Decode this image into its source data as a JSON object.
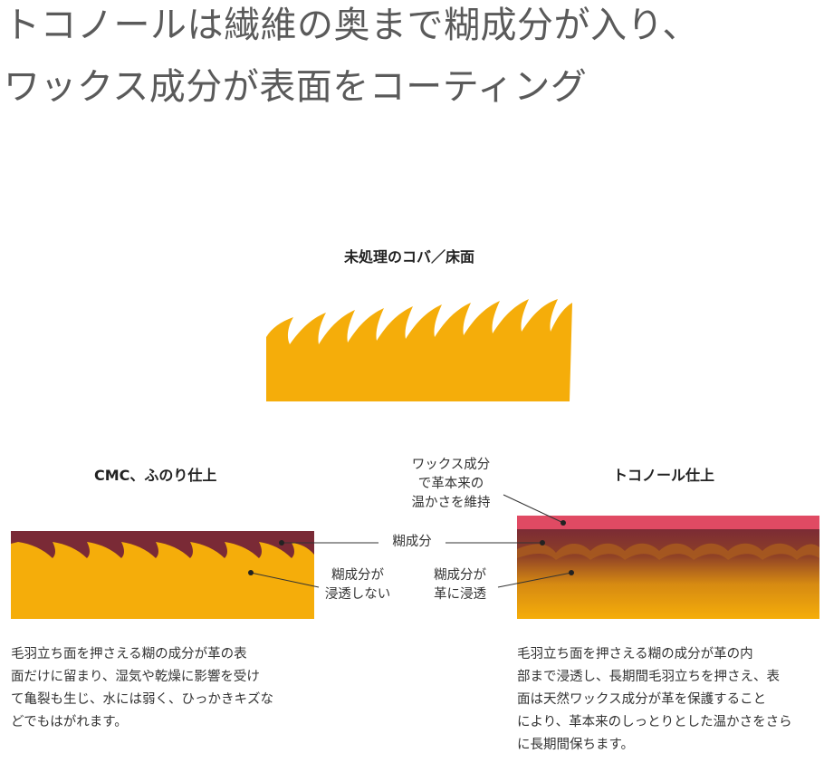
{
  "headline": {
    "line1": "トコノールは繊維の奥まで糊成分が入り、",
    "line2": "ワックス成分が表面をコーティング"
  },
  "untreated": {
    "title": "未処理のコバ／床面"
  },
  "cmc": {
    "title": "CMC、ふのり仕上",
    "callout": [
      "糊成分が",
      "浸透しない"
    ],
    "description": [
      "毛羽立ち面を押さえる糊の成分が革の表",
      "面だけに留まり、湿気や乾燥に影響を受け",
      "て亀裂も生じ、水には弱く、ひっかきキズな",
      "どでもはがれます。"
    ]
  },
  "tokonole": {
    "title": "トコノール仕上",
    "wax_callout": [
      "ワックス成分",
      "で革本来の",
      "温かさを維持"
    ],
    "callout": [
      "糊成分が",
      "革に浸透"
    ],
    "description": [
      "毛羽立ち面を押さえる糊の成分が革の内",
      "部まで浸透し、長期間毛羽立ちを押さえ、表",
      "面は天然ワックス成分が革を保護すること",
      "により、革本来のしっとりとした温かさをさら",
      "に長期間保ちます。"
    ]
  },
  "shared_label": "糊成分",
  "colors": {
    "leather": "#f5ad0a",
    "paste": "#7a2a36",
    "wax": "#e04a63",
    "headline": "#5a5a5a"
  }
}
